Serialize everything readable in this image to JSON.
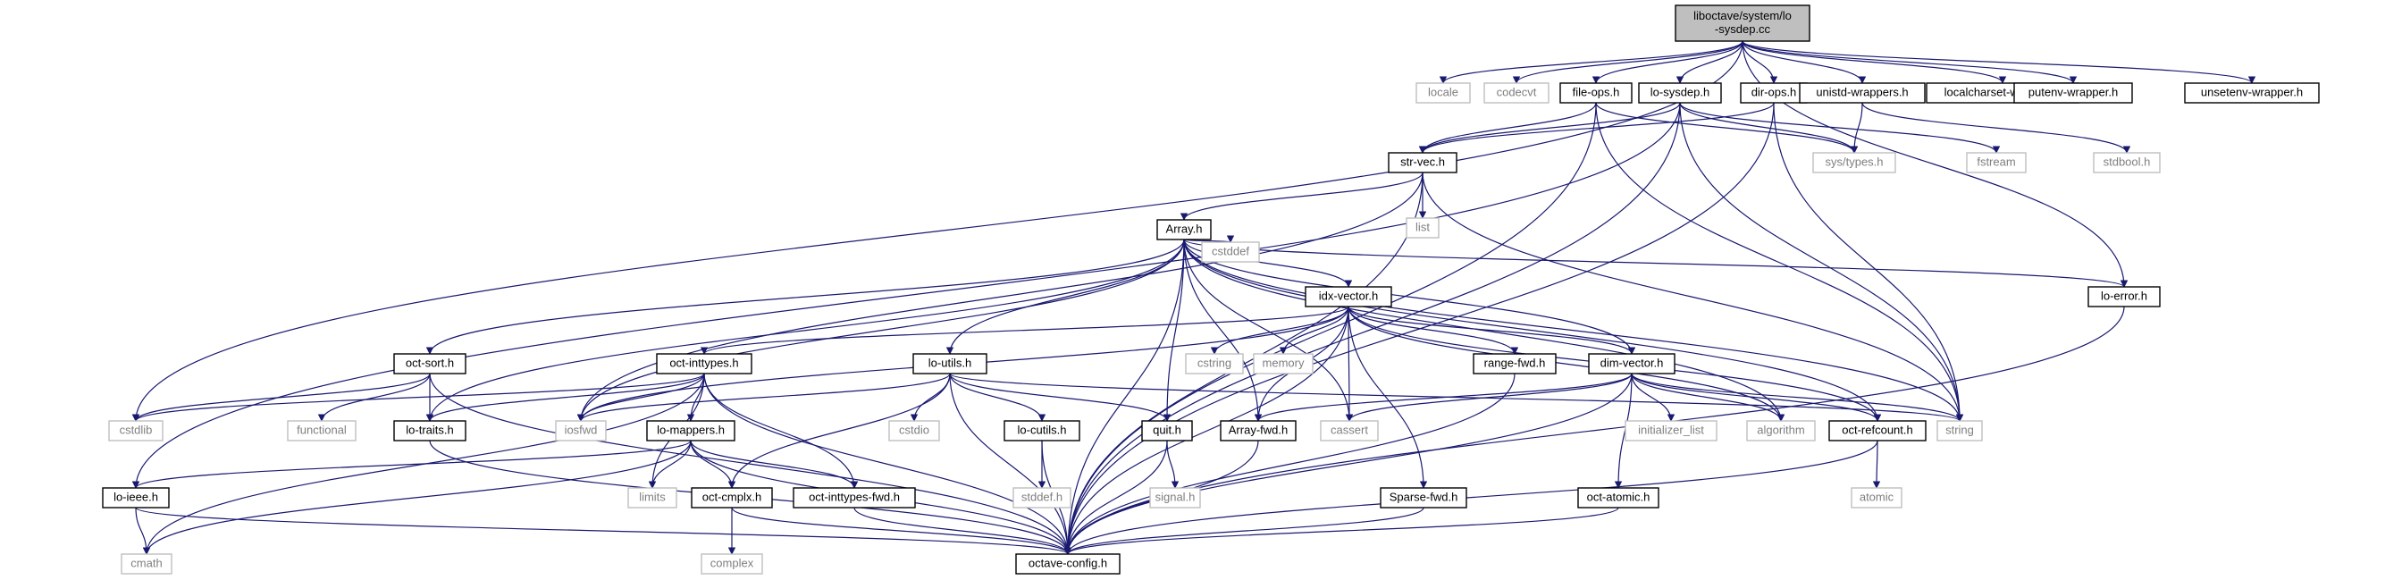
{
  "colors": {
    "edge": "#191970",
    "root_fill": "#bfbfbf",
    "header_stroke": "#000000",
    "system_stroke": "#bfbfbf",
    "system_text": "#7f7f7f",
    "text": "#000000"
  },
  "nodes": [
    {
      "id": "root",
      "lines": [
        "liboctave/system/lo",
        "-sysdep.cc"
      ],
      "kind": "root"
    },
    {
      "id": "locale",
      "lines": [
        "locale"
      ],
      "kind": "system"
    },
    {
      "id": "codecvt",
      "lines": [
        "codecvt"
      ],
      "kind": "system"
    },
    {
      "id": "file_ops",
      "lines": [
        "file-ops.h"
      ],
      "kind": "header"
    },
    {
      "id": "lo_sysdep",
      "lines": [
        "lo-sysdep.h"
      ],
      "kind": "header"
    },
    {
      "id": "dir_ops",
      "lines": [
        "dir-ops.h"
      ],
      "kind": "header"
    },
    {
      "id": "unistd_wrappers",
      "lines": [
        "unistd-wrappers.h"
      ],
      "kind": "header"
    },
    {
      "id": "localcharset",
      "lines": [
        "localcharset-wrapper.h"
      ],
      "kind": "header"
    },
    {
      "id": "putenv",
      "lines": [
        "putenv-wrapper.h"
      ],
      "kind": "header"
    },
    {
      "id": "unsetenv",
      "lines": [
        "unsetenv-wrapper.h"
      ],
      "kind": "header"
    },
    {
      "id": "str_vec",
      "lines": [
        "str-vec.h"
      ],
      "kind": "header"
    },
    {
      "id": "sys_types",
      "lines": [
        "sys/types.h"
      ],
      "kind": "system"
    },
    {
      "id": "fstream",
      "lines": [
        "fstream"
      ],
      "kind": "system"
    },
    {
      "id": "stdbool",
      "lines": [
        "stdbool.h"
      ],
      "kind": "system"
    },
    {
      "id": "list",
      "lines": [
        "list"
      ],
      "kind": "system"
    },
    {
      "id": "array",
      "lines": [
        "Array.h"
      ],
      "kind": "header"
    },
    {
      "id": "cstddef",
      "lines": [
        "cstddef"
      ],
      "kind": "system"
    },
    {
      "id": "idx_vector",
      "lines": [
        "idx-vector.h"
      ],
      "kind": "header"
    },
    {
      "id": "lo_error",
      "lines": [
        "lo-error.h"
      ],
      "kind": "header"
    },
    {
      "id": "oct_sort",
      "lines": [
        "oct-sort.h"
      ],
      "kind": "header"
    },
    {
      "id": "oct_inttypes",
      "lines": [
        "oct-inttypes.h"
      ],
      "kind": "header"
    },
    {
      "id": "lo_utils",
      "lines": [
        "lo-utils.h"
      ],
      "kind": "header"
    },
    {
      "id": "cstring",
      "lines": [
        "cstring"
      ],
      "kind": "system"
    },
    {
      "id": "memory",
      "lines": [
        "memory"
      ],
      "kind": "system"
    },
    {
      "id": "range_fwd",
      "lines": [
        "range-fwd.h"
      ],
      "kind": "header"
    },
    {
      "id": "dim_vector",
      "lines": [
        "dim-vector.h"
      ],
      "kind": "header"
    },
    {
      "id": "cstdlib",
      "lines": [
        "cstdlib"
      ],
      "kind": "system"
    },
    {
      "id": "functional",
      "lines": [
        "functional"
      ],
      "kind": "system"
    },
    {
      "id": "lo_traits",
      "lines": [
        "lo-traits.h"
      ],
      "kind": "header"
    },
    {
      "id": "iosfwd",
      "lines": [
        "iosfwd"
      ],
      "kind": "system"
    },
    {
      "id": "lo_mappers",
      "lines": [
        "lo-mappers.h"
      ],
      "kind": "header"
    },
    {
      "id": "cstdio",
      "lines": [
        "cstdio"
      ],
      "kind": "system"
    },
    {
      "id": "lo_cutils",
      "lines": [
        "lo-cutils.h"
      ],
      "kind": "header"
    },
    {
      "id": "quit",
      "lines": [
        "quit.h"
      ],
      "kind": "header"
    },
    {
      "id": "array_fwd",
      "lines": [
        "Array-fwd.h"
      ],
      "kind": "header"
    },
    {
      "id": "cassert",
      "lines": [
        "cassert"
      ],
      "kind": "system"
    },
    {
      "id": "initializer_list",
      "lines": [
        "initializer_list"
      ],
      "kind": "system"
    },
    {
      "id": "algorithm",
      "lines": [
        "algorithm"
      ],
      "kind": "system"
    },
    {
      "id": "oct_refcount",
      "lines": [
        "oct-refcount.h"
      ],
      "kind": "header"
    },
    {
      "id": "string",
      "lines": [
        "string"
      ],
      "kind": "system"
    },
    {
      "id": "lo_ieee",
      "lines": [
        "lo-ieee.h"
      ],
      "kind": "header"
    },
    {
      "id": "limits",
      "lines": [
        "limits"
      ],
      "kind": "system"
    },
    {
      "id": "oct_cmplx",
      "lines": [
        "oct-cmplx.h"
      ],
      "kind": "header"
    },
    {
      "id": "oct_inttypes_fwd",
      "lines": [
        "oct-inttypes-fwd.h"
      ],
      "kind": "header"
    },
    {
      "id": "stddef",
      "lines": [
        "stddef.h"
      ],
      "kind": "system"
    },
    {
      "id": "signal",
      "lines": [
        "signal.h"
      ],
      "kind": "system"
    },
    {
      "id": "sparse_fwd",
      "lines": [
        "Sparse-fwd.h"
      ],
      "kind": "header"
    },
    {
      "id": "oct_atomic",
      "lines": [
        "oct-atomic.h"
      ],
      "kind": "header"
    },
    {
      "id": "atomic",
      "lines": [
        "atomic"
      ],
      "kind": "system"
    },
    {
      "id": "cmath",
      "lines": [
        "cmath"
      ],
      "kind": "system"
    },
    {
      "id": "complex",
      "lines": [
        "complex"
      ],
      "kind": "system"
    },
    {
      "id": "octave_config",
      "lines": [
        "octave-config.h"
      ],
      "kind": "header"
    }
  ],
  "edges": [
    [
      "root",
      "locale"
    ],
    [
      "root",
      "codecvt"
    ],
    [
      "root",
      "file_ops"
    ],
    [
      "root",
      "lo_sysdep"
    ],
    [
      "root",
      "dir_ops"
    ],
    [
      "root",
      "unistd_wrappers"
    ],
    [
      "root",
      "localcharset"
    ],
    [
      "root",
      "putenv"
    ],
    [
      "root",
      "unsetenv"
    ],
    [
      "root",
      "cstdlib"
    ],
    [
      "root",
      "lo_error"
    ],
    [
      "file_ops",
      "str_vec"
    ],
    [
      "file_ops",
      "sys_types"
    ],
    [
      "file_ops",
      "string"
    ],
    [
      "file_ops",
      "octave_config"
    ],
    [
      "lo_sysdep",
      "str_vec"
    ],
    [
      "lo_sysdep",
      "sys_types"
    ],
    [
      "lo_sysdep",
      "fstream"
    ],
    [
      "lo_sysdep",
      "string"
    ],
    [
      "lo_sysdep",
      "lo_ieee"
    ],
    [
      "lo_sysdep",
      "octave_config"
    ],
    [
      "dir_ops",
      "str_vec"
    ],
    [
      "dir_ops",
      "string"
    ],
    [
      "dir_ops",
      "octave_config"
    ],
    [
      "unistd_wrappers",
      "sys_types"
    ],
    [
      "unistd_wrappers",
      "stdbool"
    ],
    [
      "str_vec",
      "list"
    ],
    [
      "str_vec",
      "array"
    ],
    [
      "str_vec",
      "iosfwd"
    ],
    [
      "str_vec",
      "string"
    ],
    [
      "str_vec",
      "octave_config"
    ],
    [
      "array",
      "cstddef"
    ],
    [
      "array",
      "idx_vector"
    ],
    [
      "array",
      "lo_error"
    ],
    [
      "array",
      "oct_sort"
    ],
    [
      "array",
      "lo_utils"
    ],
    [
      "array",
      "dim_vector"
    ],
    [
      "array",
      "lo_traits"
    ],
    [
      "array",
      "iosfwd"
    ],
    [
      "array",
      "quit"
    ],
    [
      "array",
      "array_fwd"
    ],
    [
      "array",
      "cassert"
    ],
    [
      "array",
      "algorithm"
    ],
    [
      "array",
      "oct_refcount"
    ],
    [
      "array",
      "string"
    ],
    [
      "array",
      "octave_config"
    ],
    [
      "idx_vector",
      "cstring"
    ],
    [
      "idx_vector",
      "memory"
    ],
    [
      "idx_vector",
      "range_fwd"
    ],
    [
      "idx_vector",
      "dim_vector"
    ],
    [
      "idx_vector",
      "oct_inttypes"
    ],
    [
      "idx_vector",
      "iosfwd"
    ],
    [
      "idx_vector",
      "array_fwd"
    ],
    [
      "idx_vector",
      "cassert"
    ],
    [
      "idx_vector",
      "algorithm"
    ],
    [
      "idx_vector",
      "oct_refcount"
    ],
    [
      "idx_vector",
      "sparse_fwd"
    ],
    [
      "idx_vector",
      "octave_config"
    ],
    [
      "lo_error",
      "octave_config"
    ],
    [
      "oct_sort",
      "functional"
    ],
    [
      "oct_sort",
      "lo_traits"
    ],
    [
      "oct_sort",
      "cstdlib"
    ],
    [
      "oct_sort",
      "octave_config"
    ],
    [
      "oct_inttypes",
      "cstdlib"
    ],
    [
      "oct_inttypes",
      "lo_traits"
    ],
    [
      "oct_inttypes",
      "iosfwd"
    ],
    [
      "oct_inttypes",
      "lo_mappers"
    ],
    [
      "oct_inttypes",
      "limits"
    ],
    [
      "oct_inttypes",
      "oct_inttypes_fwd"
    ],
    [
      "oct_inttypes",
      "cmath"
    ],
    [
      "oct_inttypes",
      "octave_config"
    ],
    [
      "lo_utils",
      "iosfwd"
    ],
    [
      "lo_utils",
      "cstdio"
    ],
    [
      "lo_utils",
      "lo_cutils"
    ],
    [
      "lo_utils",
      "quit"
    ],
    [
      "lo_utils",
      "oct_cmplx"
    ],
    [
      "lo_utils",
      "string"
    ],
    [
      "lo_utils",
      "octave_config"
    ],
    [
      "range_fwd",
      "octave_config"
    ],
    [
      "dim_vector",
      "initializer_list"
    ],
    [
      "dim_vector",
      "algorithm"
    ],
    [
      "dim_vector",
      "oct_refcount"
    ],
    [
      "dim_vector",
      "string"
    ],
    [
      "dim_vector",
      "cassert"
    ],
    [
      "dim_vector",
      "array_fwd"
    ],
    [
      "dim_vector",
      "oct_atomic"
    ],
    [
      "dim_vector",
      "octave_config"
    ],
    [
      "lo_traits",
      "octave_config"
    ],
    [
      "lo_mappers",
      "lo_ieee"
    ],
    [
      "lo_mappers",
      "limits"
    ],
    [
      "lo_mappers",
      "oct_cmplx"
    ],
    [
      "lo_mappers",
      "oct_inttypes_fwd"
    ],
    [
      "lo_mappers",
      "cmath"
    ],
    [
      "lo_mappers",
      "octave_config"
    ],
    [
      "lo_cutils",
      "stddef"
    ],
    [
      "lo_cutils",
      "octave_config"
    ],
    [
      "quit",
      "signal"
    ],
    [
      "quit",
      "octave_config"
    ],
    [
      "array_fwd",
      "octave_config"
    ],
    [
      "oct_refcount",
      "atomic"
    ],
    [
      "oct_refcount",
      "octave_config"
    ],
    [
      "lo_ieee",
      "cmath"
    ],
    [
      "lo_ieee",
      "octave_config"
    ],
    [
      "oct_cmplx",
      "complex"
    ],
    [
      "oct_cmplx",
      "octave_config"
    ],
    [
      "oct_inttypes_fwd",
      "octave_config"
    ],
    [
      "sparse_fwd",
      "octave_config"
    ],
    [
      "oct_atomic",
      "octave_config"
    ]
  ]
}
